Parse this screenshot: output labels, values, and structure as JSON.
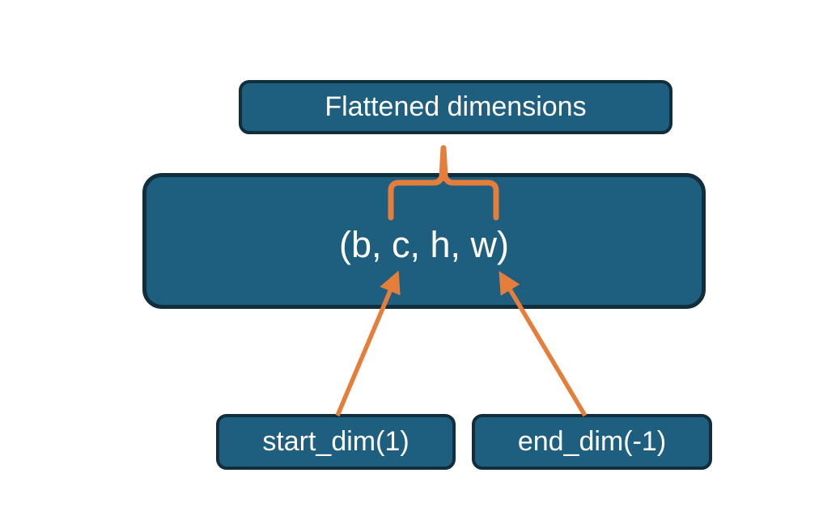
{
  "diagram": {
    "title_box": {
      "label": "Flattened dimensions"
    },
    "tensor_box": {
      "label": "(b, c, h, w)"
    },
    "param_boxes": {
      "start_dim": {
        "label": "start_dim(1)"
      },
      "end_dim": {
        "label": "end_dim(-1)"
      }
    },
    "annotations": {
      "brace_covers_dims": "c, h, w",
      "start_dim_arrow_target": "c",
      "end_dim_arrow_target": "w"
    },
    "colors": {
      "box_fill": "#1e5f7f",
      "box_border": "#112e3c",
      "accent_orange": "#e67e3b",
      "text": "#ffffff",
      "background": "#ffffff"
    }
  }
}
